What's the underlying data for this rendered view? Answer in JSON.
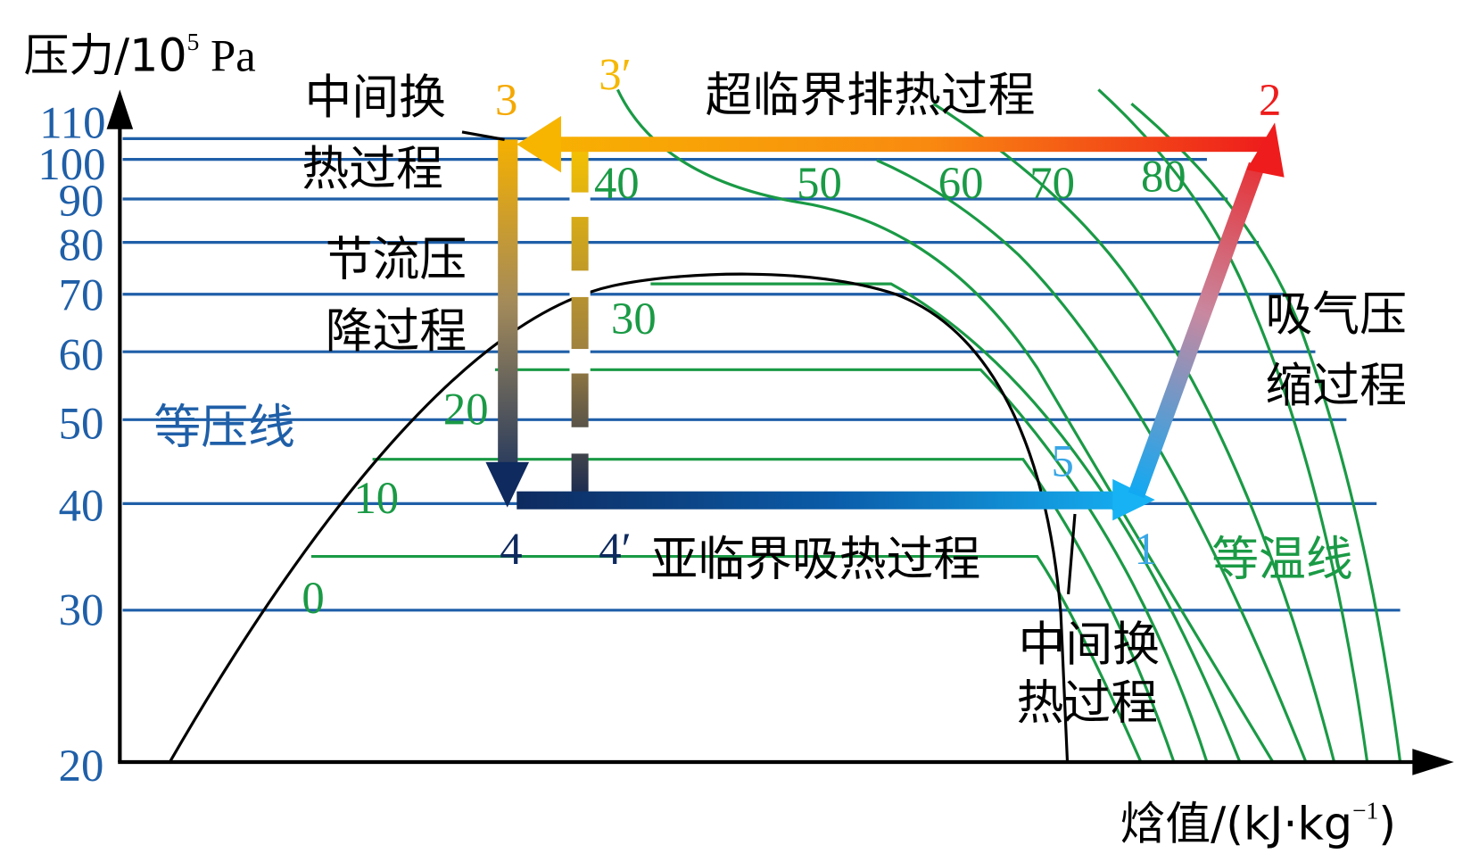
{
  "axes": {
    "y_label": "压力/10",
    "y_label_sup": "5",
    "y_label_unit": " Pa",
    "x_label": "焓值/(kJ·kg",
    "x_label_sup": "−1",
    "x_label_end": ")"
  },
  "isobars": {
    "label": "等压线",
    "values": [
      "110",
      "100",
      "90",
      "80",
      "70",
      "60",
      "50",
      "40",
      "30",
      "20"
    ]
  },
  "isotherms": {
    "label": "等温线",
    "values": [
      "0",
      "10",
      "20",
      "30",
      "40",
      "50",
      "60",
      "70",
      "80"
    ]
  },
  "points": {
    "p1": "1",
    "p2": "2",
    "p3": "3",
    "p3p": "3′",
    "p4": "4",
    "p4p": "4′",
    "p5": "5"
  },
  "processes": {
    "supercritical_heat_rejection": "超临界排热过程",
    "subcritical_heat_absorption": "亚临界吸热过程",
    "throttling_1": "节流压",
    "throttling_2": "降过程",
    "compression_1": "吸气压",
    "compression_2": "缩过程",
    "intermediate_hx_top_1": "中间换",
    "intermediate_hx_top_2": "热过程",
    "intermediate_hx_bottom_1": "中间换",
    "intermediate_hx_bottom_2": "热过程"
  },
  "colors": {
    "isobar": "#1f5fa8",
    "isotherm": "#1a9a45",
    "dome": "#000000",
    "orange": "#f5a800",
    "red": "#ee1c1c",
    "navy": "#0e2a5e",
    "lightblue": "#16aaf0"
  }
}
